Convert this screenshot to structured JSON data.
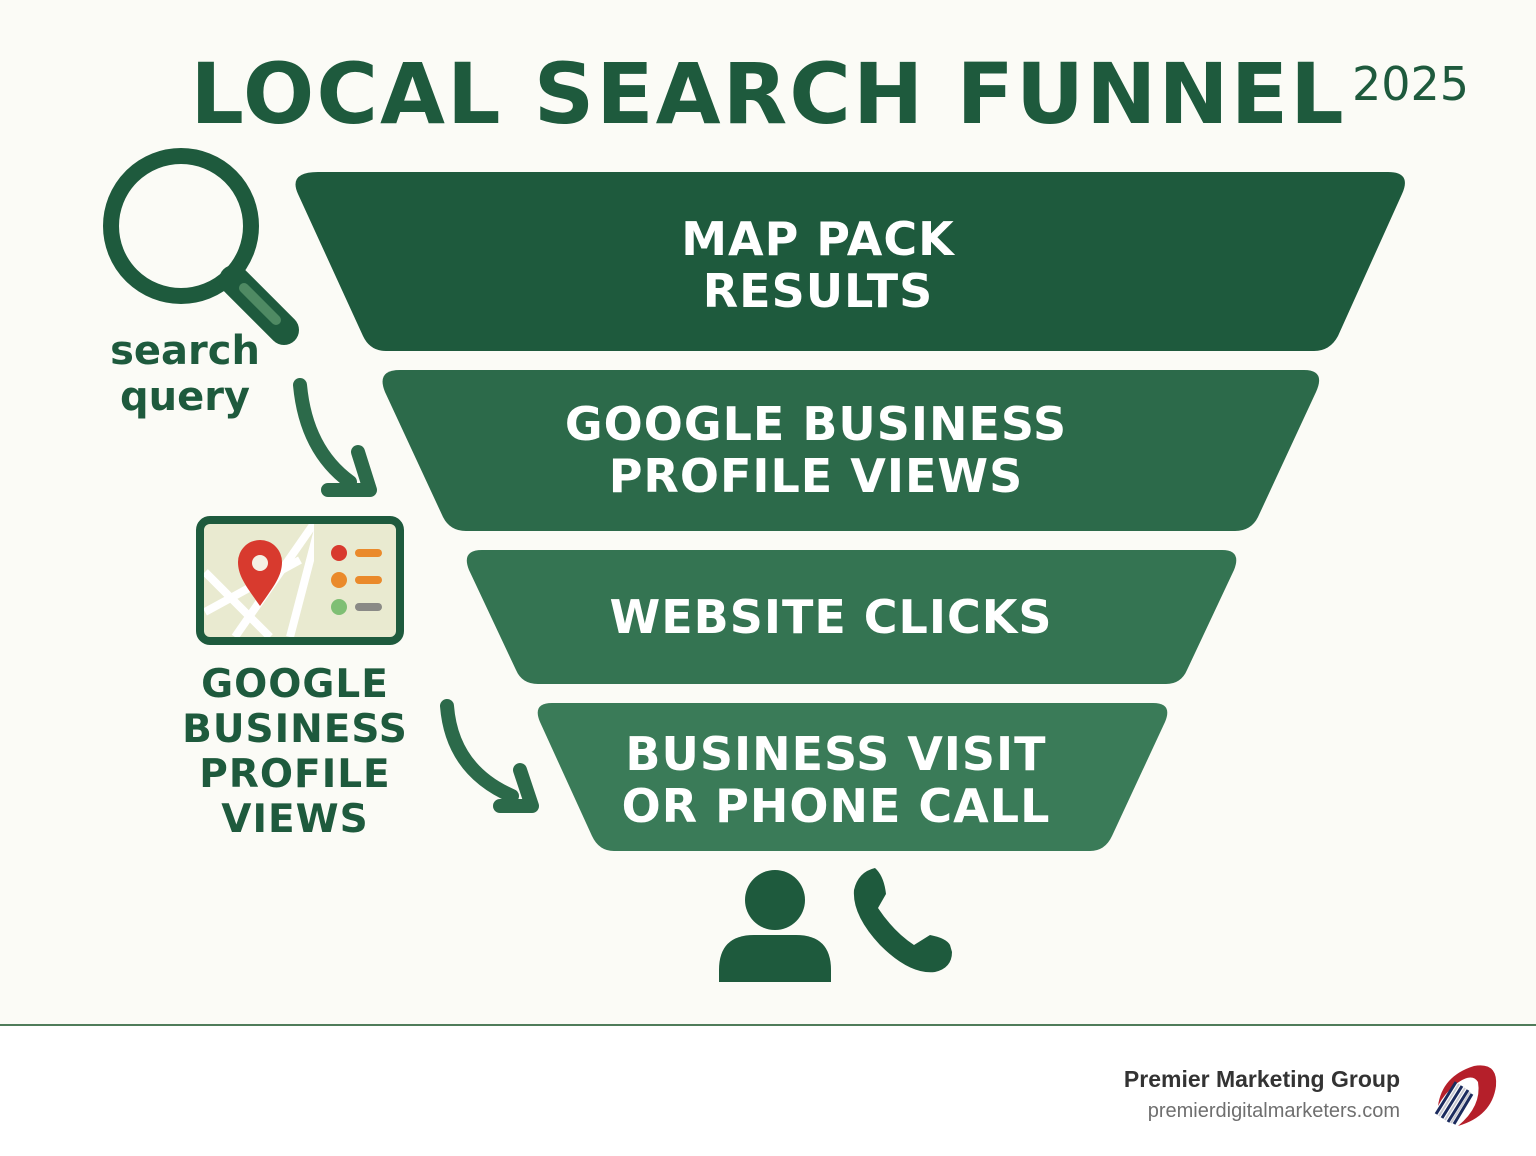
{
  "title": "LOCAL SEARCH FUNNEL",
  "year": "2025",
  "funnel": {
    "stages": [
      {
        "label": "MAP PACK\nRESULTS",
        "color": "#1e5a3d"
      },
      {
        "label": "GOOGLE BUSINESS\nPROFILE VIEWS",
        "color": "#2c6a4a"
      },
      {
        "label": "WEBSITE CLICKS",
        "color": "#347452"
      },
      {
        "label": "BUSINESS VISIT\nOR PHONE CALL",
        "color": "#3a7b58"
      }
    ]
  },
  "side": {
    "search_label": "search\nquery",
    "gbp_label": "GOOGLE\nBUSINESS\nPROFILE VIEWS",
    "search_icon": "magnifier-icon",
    "gbp_icon": "map-listing-icon",
    "arrow_icon": "curved-arrow-icon"
  },
  "bottom_icons": [
    "person-icon",
    "phone-icon"
  ],
  "footer": {
    "company": "Premier Marketing Group",
    "website": "premierdigitalmarketers.com",
    "logo_icon": "premier-logo-icon"
  },
  "colors": {
    "primary": "#1e5a3d",
    "background": "#fbfbf6",
    "pin": "#d83a2e",
    "orange": "#ea8a2b",
    "light_green": "#7fbf74"
  }
}
